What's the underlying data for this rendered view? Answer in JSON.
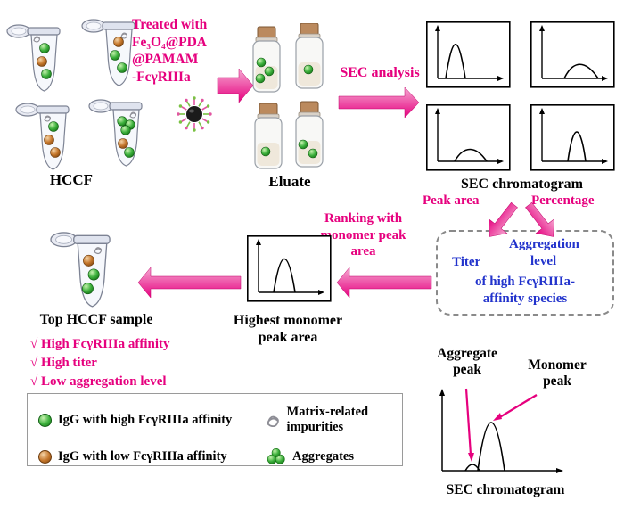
{
  "colors": {
    "magenta": "#e6007e",
    "blue": "#2233cc",
    "green": "#2f9e2f",
    "orange": "#b96722",
    "arrow_pink": "#ee3f98"
  },
  "top": {
    "hccf_label": "HCCF",
    "treatment_line1": "Treated with",
    "treatment_line2": "Fe₃O₄@PDA",
    "treatment_line3": "@PAMAM",
    "treatment_line4": "-FcγRIIIa",
    "eluate_label": "Eluate",
    "sec_analysis_label": "SEC analysis",
    "sec_chromatogram_label": "SEC chromatogram"
  },
  "flow": {
    "peak_area_label": "Peak area",
    "percentage_label": "Percentage",
    "ranking_line1": "Ranking with",
    "ranking_line2": "monomer peak",
    "ranking_line3": "area"
  },
  "result_box": {
    "titer": "Titer",
    "aggregation_line1": "Aggregation",
    "aggregation_line2": "level",
    "species_line1": "of high FcγRIIIa-",
    "species_line2": "affinity species"
  },
  "monomer": {
    "label_line1": "Highest monomer",
    "label_line2": "peak area"
  },
  "top_sample": {
    "label": "Top HCCF sample",
    "checks": [
      "√ High FcγRIIIa affinity",
      "√ High titer",
      "√ Low aggregation level"
    ]
  },
  "legend": {
    "items": [
      {
        "icon": "green-ball",
        "label": "IgG with high FcγRIIIa affinity"
      },
      {
        "icon": "orange-ball",
        "label": "IgG with low FcγRIIIa affinity"
      },
      {
        "icon": "impurity-squiggle",
        "label": "Matrix-related impurities"
      },
      {
        "icon": "aggregate-cluster",
        "label": "Aggregates"
      }
    ]
  },
  "bottom_chart": {
    "aggregate_line1": "Aggregate",
    "aggregate_line2": "peak",
    "monomer_line1": "Monomer",
    "monomer_line2": "peak",
    "label": "SEC chromatogram"
  }
}
